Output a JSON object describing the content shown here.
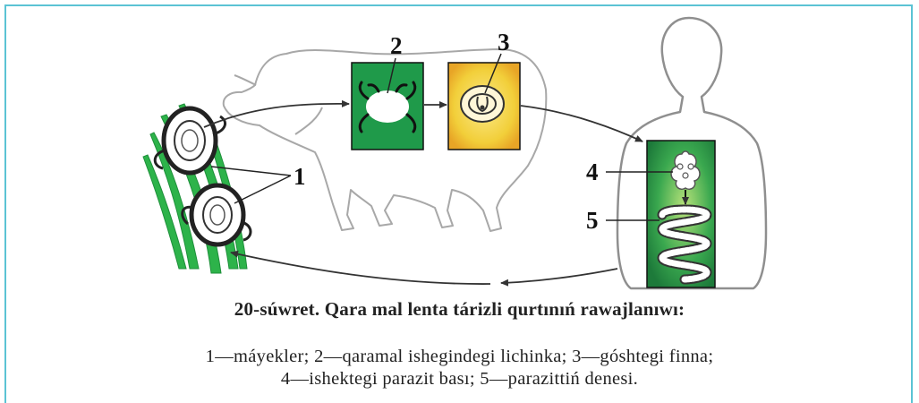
{
  "figure": {
    "labels": [
      "1",
      "2",
      "3",
      "4",
      "5"
    ],
    "title": "20-súwret. Qara mal lenta tárizli qurtınıń rawajlanıwı:",
    "legend_lines": [
      "1—máyekler; 2—qaramal ishegindegi lichinka; 3—góshtegi finna;",
      "4—ishektegi parazit bası; 5—parazittiń denesi."
    ]
  },
  "colors": {
    "frame": "#5bc3d4",
    "grass": "#2db34a",
    "larva_box": "#1f9a4a",
    "meat_box": "#f2cf3a",
    "intestine_box": "#2f9e48",
    "outline": "#9a9a9a",
    "arrow": "#333333"
  }
}
